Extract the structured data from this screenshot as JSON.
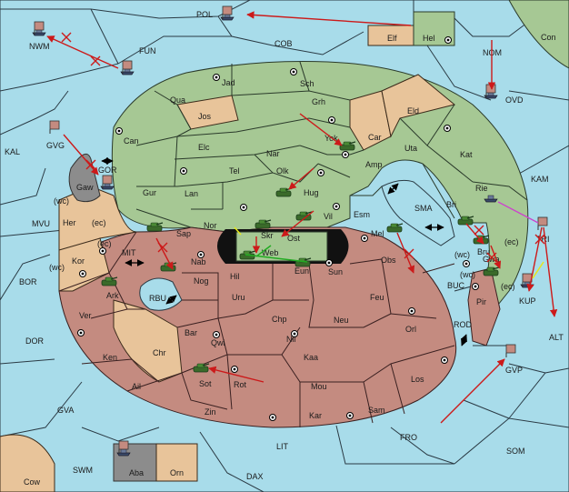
{
  "colors": {
    "sea": "#a8dcea",
    "green_power": "#a6c894",
    "brown_power": "#c48b80",
    "neutral_land": "#e8c49a",
    "impassable": "#8c8c8c",
    "move_order": "#cc1a1a",
    "support_order": "#22aa22",
    "convoy_order": "#cc44cc",
    "hold_order": "#e6e61a"
  },
  "icons": {
    "army": "tank-icon",
    "fleet": "ship-icon",
    "supply_center": "supply-center-icon",
    "destroyed": "x-cross-icon"
  },
  "provinces": {
    "pol": "POL",
    "cob": "COB",
    "fun": "FUN",
    "nwm": "NWM",
    "elf": "Elf",
    "hel": "Hel",
    "con": "Con",
    "nom": "NOM",
    "ovd": "OVD",
    "kal": "KAL",
    "gvg": "GVG",
    "gor": "GOR",
    "gaw": "Gaw",
    "mvu": "MVU",
    "wc": "(wc)",
    "ec": "(ec)",
    "her": "Her",
    "kor": "Kor",
    "bor": "BOR",
    "mit": "MIT",
    "dor": "DOR",
    "gva": "GVA",
    "cow": "Cow",
    "swm": "SWM",
    "aba": "Aba",
    "orn": "Orn",
    "dax": "DAX",
    "lit": "LIT",
    "fro": "FRO",
    "som": "SOM",
    "alt": "ALT",
    "gvp": "GVP",
    "kup": "KUP",
    "rod": "ROD",
    "buc": "BUC",
    "pir": "Pir",
    "gwa": "Gwa",
    "bru": "Bru",
    "tri": "TRI",
    "kam": "KAM",
    "rie": "Rie",
    "kat": "Kat",
    "uta": "Uta",
    "eld": "Eld",
    "bri": "Bri",
    "sma": "SMA",
    "esm": "Esm",
    "mel": "Mel",
    "obs": "Obs",
    "jad": "Jad",
    "sch": "Sch",
    "qua": "Qua",
    "jos": "Jos",
    "grh": "Grh",
    "can": "Can",
    "elc": "Elc",
    "nar": "Nar",
    "yok": "Yok",
    "car": "Car",
    "tel": "Tel",
    "olk": "Olk",
    "amp": "Amp",
    "gur": "Gur",
    "lan": "Lan",
    "hug": "Hug",
    "nor": "Nor",
    "skr": "Skr",
    "vil": "Vil",
    "sap": "Sap",
    "web": "Web",
    "ost": "Ost",
    "nab": "Nab",
    "eun": "Eun",
    "sun": "Sun",
    "hil": "Hil",
    "nog": "Nog",
    "ark": "Ark",
    "rbu": "RBU",
    "uru": "Uru",
    "feu": "Feu",
    "ver": "Ver",
    "bar": "Bar",
    "chp": "Chp",
    "neu": "Neu",
    "orl": "Orl",
    "qwi": "Qwi",
    "nil": "Nil",
    "ken": "Ken",
    "chr": "Chr",
    "kaa": "Kaa",
    "ail": "Ail",
    "sot": "Sot",
    "rot": "Rot",
    "mou": "Mou",
    "los": "Los",
    "zin": "Zin",
    "kar": "Kar",
    "sam": "Sam"
  }
}
